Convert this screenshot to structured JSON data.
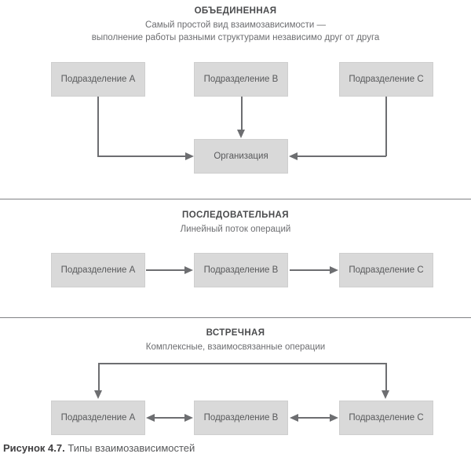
{
  "figure": {
    "caption_label": "Рисунок 4.7.",
    "caption_text": "Типы взаимозависимостей"
  },
  "sections": [
    {
      "id": "pooled",
      "title": "ОБЪЕДИНЕННАЯ",
      "subtitle_line1": "Самый простой вид взаимозависимости —",
      "subtitle_line2": "выполнение работы разными структурами независимо друг от друга",
      "nodes": [
        {
          "id": "unit-a",
          "label": "Подразделение A"
        },
        {
          "id": "unit-b",
          "label": "Подразделение B"
        },
        {
          "id": "unit-c",
          "label": "Подразделение C"
        },
        {
          "id": "org",
          "label": "Организация"
        }
      ]
    },
    {
      "id": "sequential",
      "title": "ПОСЛЕДОВАТЕЛЬНАЯ",
      "subtitle_line1": "Линейный поток операций",
      "subtitle_line2": "",
      "nodes": [
        {
          "id": "unit-a",
          "label": "Подразделение A"
        },
        {
          "id": "unit-b",
          "label": "Подразделение B"
        },
        {
          "id": "unit-c",
          "label": "Подразделение C"
        }
      ]
    },
    {
      "id": "reciprocal",
      "title": "ВСТРЕЧНАЯ",
      "subtitle_line1": "Комплексные, взаимосвязанные операции",
      "subtitle_line2": "",
      "nodes": [
        {
          "id": "unit-a",
          "label": "Подразделение A"
        },
        {
          "id": "unit-b",
          "label": "Подразделение B"
        },
        {
          "id": "unit-c",
          "label": "Подразделение C"
        }
      ]
    }
  ],
  "colors": {
    "node_fill": "#d9d9d9",
    "line": "#6d6e71",
    "text": "#58595b",
    "divider": "#808285",
    "background": "#ffffff"
  }
}
